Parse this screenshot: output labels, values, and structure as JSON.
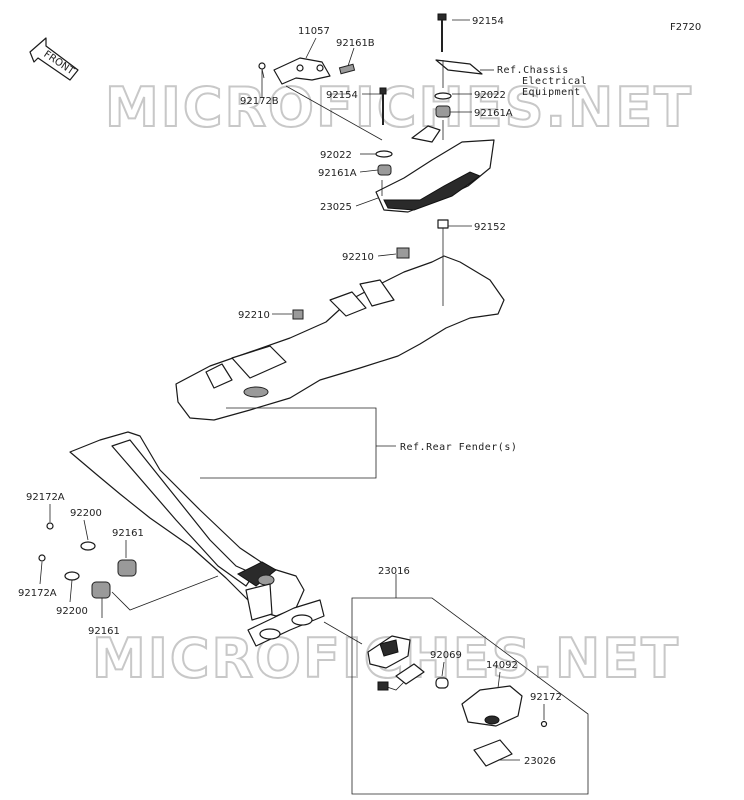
{
  "figure_code": "F2720",
  "front_arrow_label": "FRONT",
  "watermark": "MICROFICHES.NET",
  "references": {
    "chassis_electrical": [
      "Ref.Chassis",
      "Electrical",
      "Equipment"
    ],
    "rear_fender": "Ref.Rear Fender(s)"
  },
  "labels": {
    "p11057": "11057",
    "p92161B": "92161B",
    "p92172B": "92172B",
    "p92154_top": "92154",
    "p92154_mid": "92154",
    "p92022_left": "92022",
    "p92161A_left": "92161A",
    "p92022_right": "92022",
    "p92161A_right": "92161A",
    "p23025": "23025",
    "p92152": "92152",
    "p92210_upper": "92210",
    "p92210_lower": "92210",
    "p92172A_upper": "92172A",
    "p92200_upper": "92200",
    "p92161_upper": "92161",
    "p92172A_lower": "92172A",
    "p92200_lower": "92200",
    "p92161_lower": "92161",
    "p23016": "23016",
    "p92069": "92069",
    "p14092": "14092",
    "p92172": "92172",
    "p23026": "23026"
  }
}
